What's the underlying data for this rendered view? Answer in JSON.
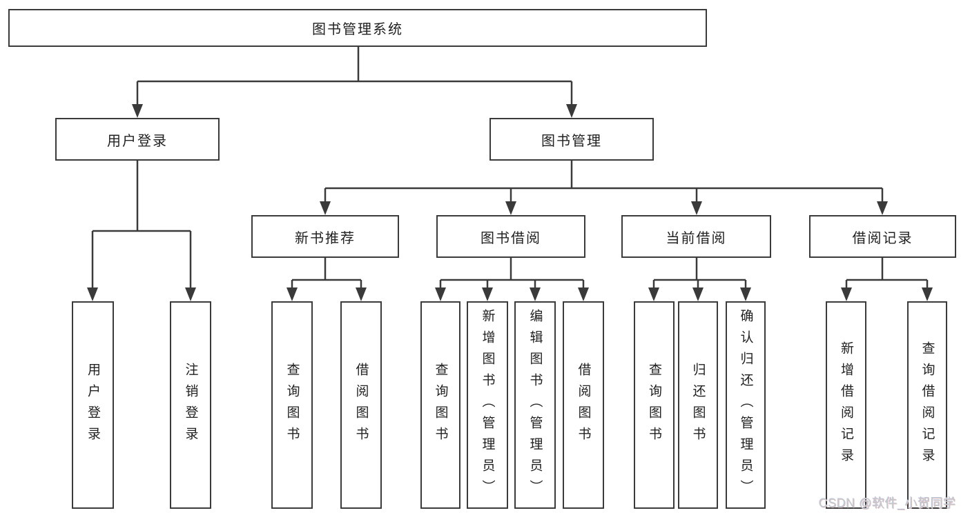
{
  "diagram": {
    "type": "hierarchy-tree",
    "tree": {
      "label": "图书管理系统",
      "children": [
        {
          "label": "用户登录",
          "children": [
            {
              "label": "用户登录"
            },
            {
              "label": "注销登录"
            }
          ]
        },
        {
          "label": "图书管理",
          "children": [
            {
              "label": "新书推荐",
              "children": [
                {
                  "label": "查询图书"
                },
                {
                  "label": "借阅图书"
                }
              ]
            },
            {
              "label": "图书借阅",
              "children": [
                {
                  "label": "查询图书"
                },
                {
                  "label": "新增图书（管理员）"
                },
                {
                  "label": "编辑图书（管理员）"
                },
                {
                  "label": "借阅图书"
                }
              ]
            },
            {
              "label": "当前借阅",
              "children": [
                {
                  "label": "查询图书"
                },
                {
                  "label": "归还图书"
                },
                {
                  "label": "确认归还（管理员）"
                }
              ]
            },
            {
              "label": "借阅记录",
              "children": [
                {
                  "label": "新增借阅记录"
                },
                {
                  "label": "查询借阅记录"
                }
              ]
            }
          ]
        }
      ]
    },
    "colors": {
      "line": "#3a3a3a",
      "box_border": "#3a3a3a",
      "box_background": "#ffffff",
      "text": "#212121",
      "watermark": "#c8c9cc",
      "page_background": "#ffffff"
    }
  },
  "watermark": {
    "text": "CSDN @软件_小贺同学"
  }
}
